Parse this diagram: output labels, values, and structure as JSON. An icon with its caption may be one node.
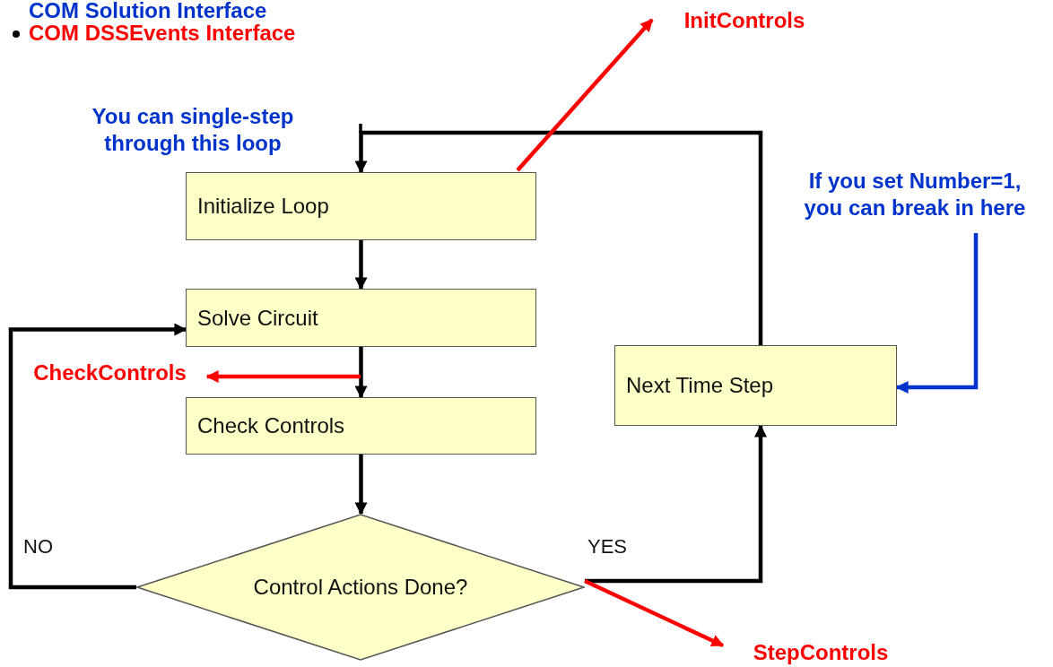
{
  "diagram": {
    "nodes": [
      {
        "text": [
          "Initialize Loop"
        ]
      },
      {
        "text": [
          "Solve Circuit"
        ]
      },
      {
        "text": [
          "Check Controls"
        ]
      },
      {
        "text": [
          "Control Actions Done?"
        ]
      },
      {
        "text": [
          "Next Time Step"
        ]
      },
      {
        "text": [
          "InitControls"
        ]
      },
      {
        "text": [
          "CheckControls"
        ]
      },
      {
        "text": [
          "StepControls"
        ]
      },
      {
        "text": [
          "If you set Number=1, you can break in here"
        ]
      }
    ],
    "edges": [
      {
        "from": 0,
        "to": 1,
        "arrow": "to"
      },
      {
        "from": 1,
        "to": 2,
        "arrow": "to"
      },
      {
        "from": 2,
        "to": 3,
        "arrow": "to"
      },
      {
        "from": 3,
        "to": 1,
        "arrow": "to",
        "label": "NO"
      },
      {
        "from": 3,
        "to": 4,
        "arrow": "to",
        "label": "YES"
      },
      {
        "from": 4,
        "to": 0,
        "arrow": "to"
      },
      {
        "from": 0,
        "to": 5,
        "arrow": "to",
        "color": "#ff0000"
      },
      {
        "from": null,
        "to": 6,
        "arrow": "to",
        "color": "#ff0000"
      },
      {
        "from": 3,
        "to": 7,
        "arrow": "to",
        "color": "#ff0000"
      },
      {
        "from": 8,
        "to": 4,
        "arrow": "to",
        "color": "#0033cc"
      }
    ],
    "labels": [
      "COM Solution Interface",
      "COM DSSEvents Interface",
      "You can single-step through this loop"
    ]
  }
}
